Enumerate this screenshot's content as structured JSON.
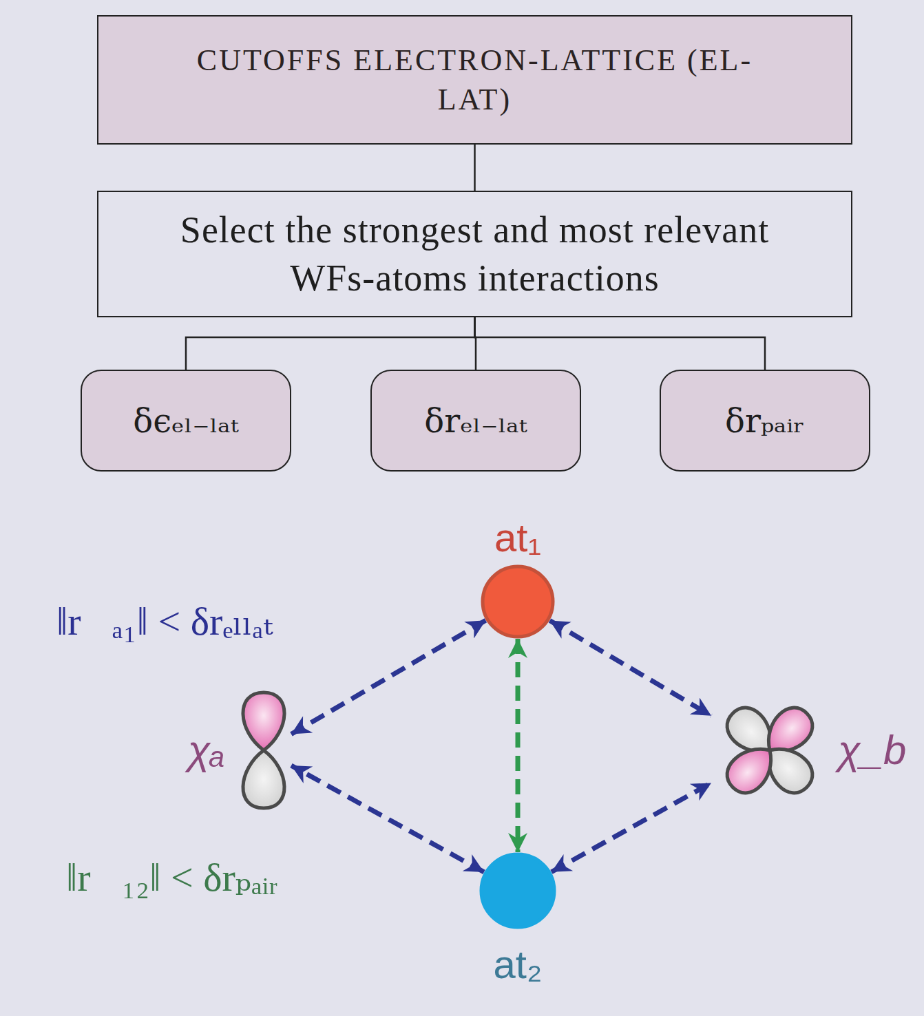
{
  "diagram": {
    "nodes": [
      {
        "text": [
          "CUTOFFS ELECTRON-LATTICE (EL-LAT)"
        ]
      },
      {
        "text": [
          "Select the strongest and most relevant WFs-atoms interactions"
        ]
      },
      {
        "text": [
          "δϵₑₗ₋ₗₐₜ"
        ]
      },
      {
        "text": [
          "δrₑₗ₋ₗₐₜ"
        ]
      },
      {
        "text": [
          "δrₚₐᵢᵣ"
        ]
      },
      {
        "text": [
          "at₁"
        ]
      },
      {
        "text": [
          "χₐ"
        ]
      },
      {
        "text": [
          "χ_b"
        ]
      },
      {
        "text": [
          "at₂"
        ]
      }
    ],
    "edges": [
      {
        "from": 0,
        "to": 1,
        "arrow": "none"
      },
      {
        "from": 1,
        "to": 2,
        "arrow": "none"
      },
      {
        "from": 1,
        "to": 3,
        "arrow": "none"
      },
      {
        "from": 1,
        "to": 4,
        "arrow": "none"
      },
      {
        "from": 5,
        "to": 6,
        "arrow": "both"
      },
      {
        "from": 5,
        "to": 7,
        "arrow": "both"
      },
      {
        "from": 8,
        "to": 6,
        "arrow": "both"
      },
      {
        "from": 8,
        "to": 7,
        "arrow": "both"
      },
      {
        "from": 5,
        "to": 8,
        "arrow": "both"
      }
    ],
    "labels": [
      "‖r⃗ₐ₁‖ < δrₑₗₗₐₜ",
      "‖r⃗₁₂‖ < δrₚₐᵢᵣ"
    ]
  }
}
